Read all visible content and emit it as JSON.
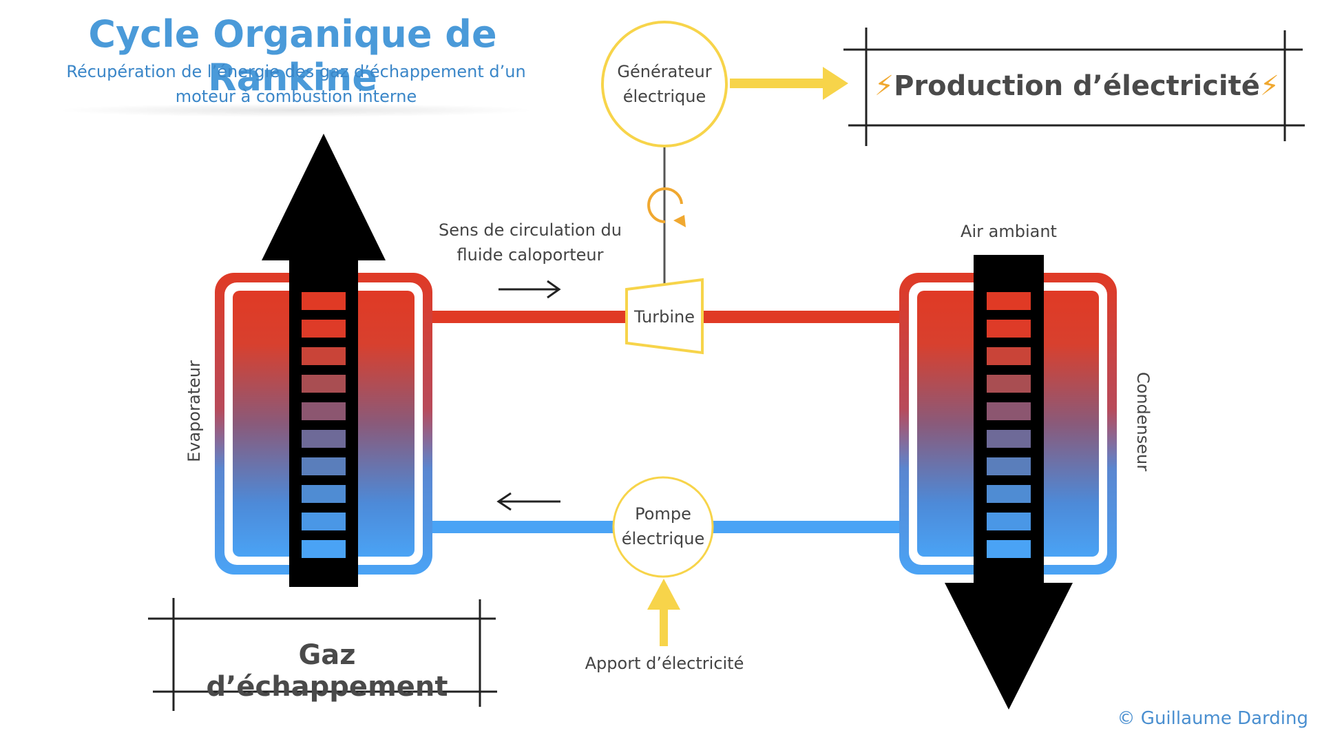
{
  "title": "Cycle Organique de Rankine",
  "subtitle_line1": "Récupération de l’énergie des gaz d’échappement d’un",
  "subtitle_line2": "moteur à combustion interne",
  "generator_line1": "Générateur",
  "generator_line2": "électrique",
  "production_label": "Production d’électricité",
  "flow_direction_line1": "Sens de circulation du",
  "flow_direction_line2": "fluide caloporteur",
  "turbine_label": "Turbine",
  "ambient_air_label": "Air ambiant",
  "evaporator_label": "Evaporateur",
  "condenser_label": "Condenseur",
  "pump_line1": "Pompe",
  "pump_line2": "électrique",
  "electricity_input_label": "Apport d’électricité",
  "exhaust_label": "Gaz d’échappement",
  "copyright": "© Guillaume Darding",
  "colors": {
    "hot": "#e03a25",
    "cold": "#4aa3f5",
    "yellow": "#f7d44a",
    "title_blue": "#4a9ad9"
  }
}
